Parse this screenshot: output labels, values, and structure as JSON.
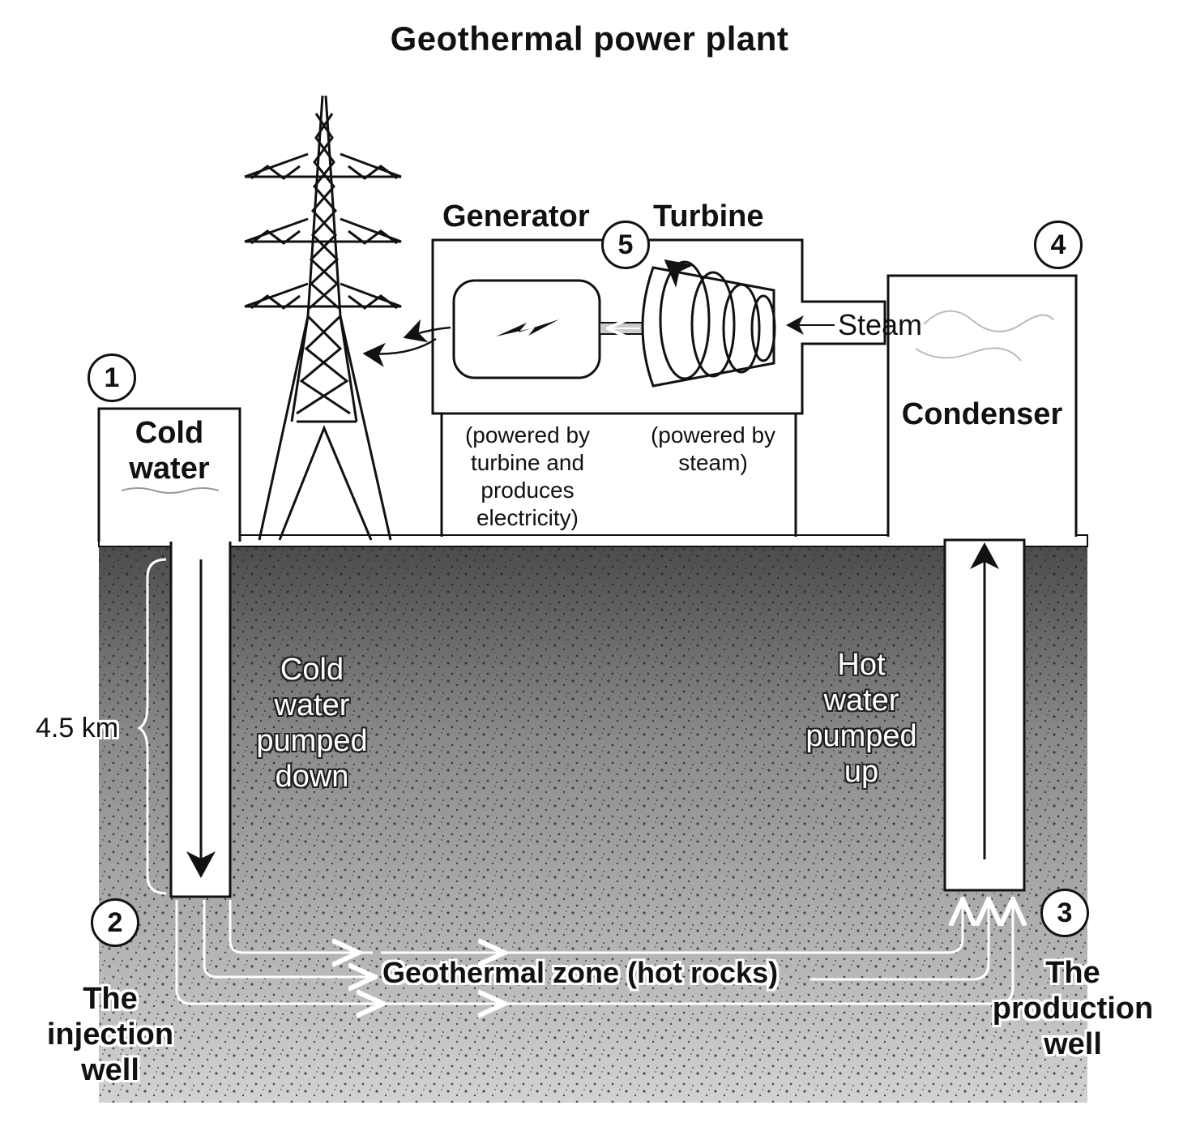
{
  "title": "Geothermal power plant",
  "steps": [
    {
      "number": "1",
      "label": "Cold water"
    },
    {
      "number": "2",
      "label": "The injection well"
    },
    {
      "number": "3",
      "label": "The production well"
    },
    {
      "number": "4",
      "label": "Condenser"
    },
    {
      "number": "5",
      "label": "Generator / Turbine"
    }
  ],
  "labels": {
    "cold_water_tank_line1": "Cold",
    "cold_water_tank_line2": "water",
    "generator": "Generator",
    "turbine": "Turbine",
    "steam": "Steam",
    "condenser": "Condenser",
    "generator_note_line1": "(powered by",
    "generator_note_line2": "turbine and",
    "generator_note_line3": "produces",
    "generator_note_line4": "electricity)",
    "turbine_note_line1": "(powered by",
    "turbine_note_line2": "steam)",
    "depth": "4.5 km",
    "cold_down_line1": "Cold",
    "cold_down_line2": "water",
    "cold_down_line3": "pumped",
    "cold_down_line4": "down",
    "hot_up_line1": "Hot",
    "hot_up_line2": "water",
    "hot_up_line3": "pumped",
    "hot_up_line4": "up",
    "geothermal_zone": "Geothermal zone (hot rocks)",
    "injection_line1": "The",
    "injection_line2": "injection",
    "injection_line3": "well",
    "production_line1": "The",
    "production_line2": "production",
    "production_line3": "well"
  },
  "colors": {
    "ink": "#111111",
    "ground_top": "#555555",
    "ground_bottom": "#c8c8c8",
    "paper": "#ffffff"
  }
}
